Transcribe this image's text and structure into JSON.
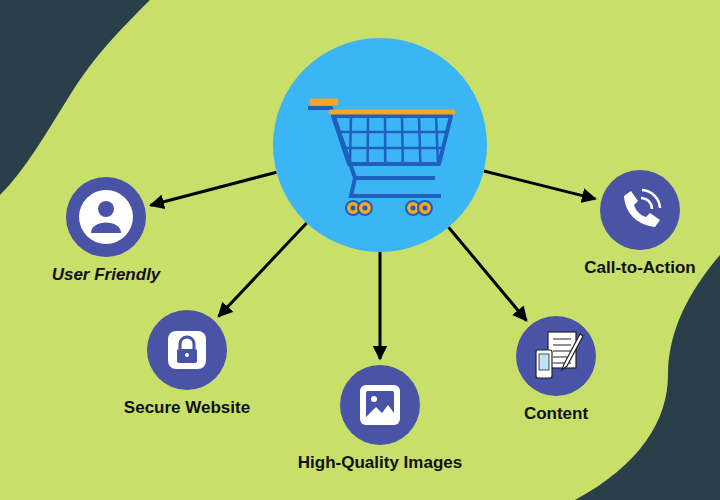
{
  "diagram": {
    "nodes": [
      {
        "text": []
      },
      {
        "text": [
          "User Friendly"
        ]
      },
      {
        "text": [
          "Call-to-Action"
        ]
      },
      {
        "text": [
          "Secure Website"
        ]
      },
      {
        "text": [
          "Content"
        ]
      },
      {
        "text": [
          "High-Quality Images"
        ]
      }
    ],
    "edges": [
      {
        "from": 0,
        "to": 1,
        "arrow": "to"
      },
      {
        "from": 0,
        "to": 2,
        "arrow": "to"
      },
      {
        "from": 0,
        "to": 3,
        "arrow": "to"
      },
      {
        "from": 0,
        "to": 4,
        "arrow": "to"
      },
      {
        "from": 0,
        "to": 5,
        "arrow": "to"
      }
    ]
  }
}
